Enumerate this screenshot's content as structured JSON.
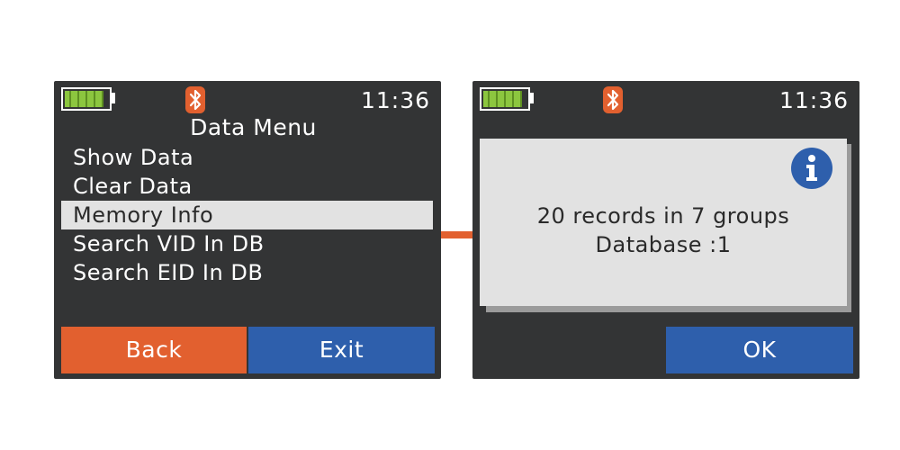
{
  "left_screen": {
    "status": {
      "time": "11:36",
      "battery_icon": "battery-full-icon",
      "bluetooth_icon": "bluetooth-icon"
    },
    "title": "Data Menu",
    "menu_items": [
      {
        "label": "Show Data",
        "selected": false
      },
      {
        "label": "Clear Data",
        "selected": false
      },
      {
        "label": "Memory Info",
        "selected": true
      },
      {
        "label": "Search VID In DB",
        "selected": false
      },
      {
        "label": "Search EID In DB",
        "selected": false
      }
    ],
    "softkeys": {
      "back_label": "Back",
      "exit_label": "Exit"
    }
  },
  "right_screen": {
    "status": {
      "time": "11:36",
      "battery_icon": "battery-full-icon",
      "bluetooth_icon": "bluetooth-icon"
    },
    "dialog": {
      "icon": "info-icon",
      "line1": "20 records in 7 groups",
      "line2": "Database :1"
    },
    "softkeys": {
      "ok_label": "OK"
    }
  },
  "colors": {
    "screen_bg": "#333435",
    "accent_orange": "#e2602f",
    "accent_blue": "#2e5fac",
    "battery_green": "#8cc63f",
    "selection_bg": "#e2e2e2"
  }
}
